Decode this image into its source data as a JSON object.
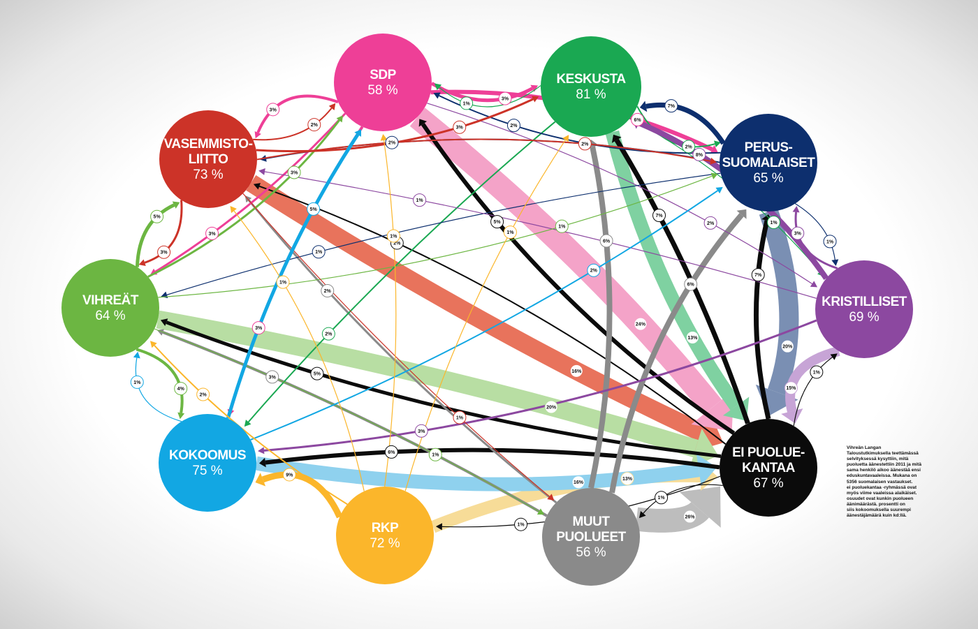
{
  "nodes": [
    {
      "id": "sdp",
      "lines": [
        "SDP"
      ],
      "value": "58 %",
      "color": "#ee3f97"
    },
    {
      "id": "keskusta",
      "lines": [
        "KESKUSTA"
      ],
      "value": "81 %",
      "color": "#1aa852"
    },
    {
      "id": "vasemmistoliitto",
      "lines": [
        "VASEMMISTO-",
        "LIITTO"
      ],
      "value": "73 %",
      "color": "#cc3328"
    },
    {
      "id": "perussuomalaiset",
      "lines": [
        "PERUS-",
        "SUOMALAISET"
      ],
      "value": "65 %",
      "color": "#0d2f6e"
    },
    {
      "id": "vihreat",
      "lines": [
        "VIHREÄT"
      ],
      "value": "64 %",
      "color": "#6cb642"
    },
    {
      "id": "kristilliset",
      "lines": [
        "KRISTILLISET"
      ],
      "value": "69 %",
      "color": "#8c48a0"
    },
    {
      "id": "kokoomus",
      "lines": [
        "KOKOOMUS"
      ],
      "value": "75 %",
      "color": "#12a7e3"
    },
    {
      "id": "ei_puoluekantaa",
      "lines": [
        "EI PUOLUE-",
        "KANTAA"
      ],
      "value": "67 %",
      "color": "#0b0b0b"
    },
    {
      "id": "rkp",
      "lines": [
        "RKP"
      ],
      "value": "72 %",
      "color": "#fbb62b"
    },
    {
      "id": "muut_puolueet",
      "lines": [
        "MUUT",
        "PUOLUEET"
      ],
      "value": "56 %",
      "color": "#8a8a8a"
    }
  ],
  "flows": [
    {
      "from": "vasemmistoliitto",
      "to": "ei_puoluekantaa",
      "label": "16%",
      "color": "#e8735c",
      "width": 26
    },
    {
      "from": "sdp",
      "to": "ei_puoluekantaa",
      "label": "24%",
      "color": "#f4a3c8",
      "width": 34
    },
    {
      "from": "keskusta",
      "to": "ei_puoluekantaa",
      "label": "13%",
      "color": "#7fd1a1",
      "width": 20
    },
    {
      "from": "perussuomalaiset",
      "to": "ei_puoluekantaa",
      "label": "20%",
      "color": "#7a8fb3",
      "width": 28
    },
    {
      "from": "kristilliset",
      "to": "ei_puoluekantaa",
      "label": "15%",
      "color": "#c7a4d6",
      "width": 14
    },
    {
      "from": "vihreat",
      "to": "ei_puoluekantaa",
      "label": "20%",
      "color": "#b8dea3",
      "width": 26
    },
    {
      "from": "muut_puolueet",
      "to": "ei_puoluekantaa",
      "label": "26%",
      "color": "#bdbdbd",
      "width": 34
    },
    {
      "from": "rkp",
      "to": "ei_puoluekantaa",
      "label": "13%",
      "color": "#f7dc98",
      "width": 18
    },
    {
      "from": "kokoomus",
      "to": "ei_puoluekantaa",
      "label": "16%",
      "color": "#8fd1ee",
      "width": 20
    },
    {
      "from": "ei_puoluekantaa",
      "to": "sdp",
      "label": "5%",
      "color": "#0b0b0b",
      "width": 6
    },
    {
      "from": "ei_puoluekantaa",
      "to": "keskusta",
      "label": "7%",
      "color": "#0b0b0b",
      "width": 7
    },
    {
      "from": "ei_puoluekantaa",
      "to": "perussuomalaiset",
      "label": "7%",
      "color": "#0b0b0b",
      "width": 7
    },
    {
      "from": "ei_puoluekantaa",
      "to": "kokoomus",
      "label": "6%",
      "color": "#0b0b0b",
      "width": 6
    },
    {
      "from": "ei_puoluekantaa",
      "to": "vihreat",
      "label": "5%",
      "color": "#0b0b0b",
      "width": 5
    },
    {
      "from": "ei_puoluekantaa",
      "to": "vasemmistoliitto",
      "label": "2%",
      "color": "#0b0b0b",
      "width": 2
    },
    {
      "from": "ei_puoluekantaa",
      "to": "kristilliset",
      "label": "1%",
      "color": "#0b0b0b",
      "width": 1
    },
    {
      "from": "ei_puoluekantaa",
      "to": "muut_puolueet",
      "label": "1%",
      "color": "#0b0b0b",
      "width": 1
    },
    {
      "from": "ei_puoluekantaa",
      "to": "rkp",
      "label": "1%",
      "color": "#0b0b0b",
      "width": 1
    },
    {
      "from": "muut_puolueet",
      "to": "keskusta",
      "label": "6%",
      "color": "#8a8a8a",
      "width": 8
    },
    {
      "from": "muut_puolueet",
      "to": "perussuomalaiset",
      "label": "6%",
      "color": "#8a8a8a",
      "width": 8
    },
    {
      "from": "muut_puolueet",
      "to": "vihreat",
      "label": "3%",
      "color": "#8a8a8a",
      "width": 4
    },
    {
      "from": "muut_puolueet",
      "to": "vasemmistoliitto",
      "label": "2%",
      "color": "#8a8a8a",
      "width": 3
    },
    {
      "from": "sdp",
      "to": "keskusta",
      "label": "3%",
      "color": "#ee3f97",
      "width": 5
    },
    {
      "from": "sdp",
      "to": "perussuomalaiset",
      "label": "6%",
      "color": "#ee3f97",
      "width": 6
    },
    {
      "from": "sdp",
      "to": "vasemmistoliitto",
      "label": "3%",
      "color": "#ee3f97",
      "width": 4
    },
    {
      "from": "sdp",
      "to": "vihreat",
      "label": "3%",
      "color": "#ee3f97",
      "width": 3
    },
    {
      "from": "sdp",
      "to": "kokoomus",
      "label": "3%",
      "color": "#ee3f97",
      "width": 4
    },
    {
      "from": "sdp",
      "to": "kristilliset",
      "label": "2%",
      "color": "#8c48a0",
      "width": 1
    },
    {
      "from": "keskusta",
      "to": "perussuomalaiset",
      "label": "2%",
      "color": "#1aa852",
      "width": 2
    },
    {
      "from": "keskusta",
      "to": "sdp",
      "label": "1%",
      "color": "#1aa852",
      "width": 1
    },
    {
      "from": "keskusta",
      "to": "kokoomus",
      "label": "2%",
      "color": "#1aa852",
      "width": 2
    },
    {
      "from": "keskusta",
      "to": "kristilliset",
      "label": "1%",
      "color": "#1aa852",
      "width": 1
    },
    {
      "from": "perussuomalaiset",
      "to": "keskusta",
      "label": "7%",
      "color": "#0d2f6e",
      "width": 7
    },
    {
      "from": "perussuomalaiset",
      "to": "sdp",
      "label": "2%",
      "color": "#0d2f6e",
      "width": 2
    },
    {
      "from": "perussuomalaiset",
      "to": "vasemmistoliitto",
      "label": "2%",
      "color": "#0d2f6e",
      "width": 2
    },
    {
      "from": "perussuomalaiset",
      "to": "kristilliset",
      "label": "1%",
      "color": "#0d2f6e",
      "width": 1
    },
    {
      "from": "perussuomalaiset",
      "to": "vihreat",
      "label": "1%",
      "color": "#0d2f6e",
      "width": 1
    },
    {
      "from": "kristilliset",
      "to": "perussuomalaiset",
      "label": "3%",
      "color": "#8c48a0",
      "width": 3
    },
    {
      "from": "kristilliset",
      "to": "keskusta",
      "label": "8%",
      "color": "#8c48a0",
      "width": 8
    },
    {
      "from": "kristilliset",
      "to": "kokoomus",
      "label": "3%",
      "color": "#8c48a0",
      "width": 3
    },
    {
      "from": "kristilliset",
      "to": "vasemmistoliitto",
      "label": "1%",
      "color": "#8c48a0",
      "width": 1
    },
    {
      "from": "vihreat",
      "to": "vasemmistoliitto",
      "label": "5%",
      "color": "#6cb642",
      "width": 5
    },
    {
      "from": "vihreat",
      "to": "sdp",
      "label": "3%",
      "color": "#6cb642",
      "width": 3
    },
    {
      "from": "vihreat",
      "to": "kokoomus",
      "label": "4%",
      "color": "#6cb642",
      "width": 4
    },
    {
      "from": "vihreat",
      "to": "perussuomalaiset",
      "label": "1%",
      "color": "#6cb642",
      "width": 1
    },
    {
      "from": "vihreat",
      "to": "muut_puolueet",
      "label": "1%",
      "color": "#6cb642",
      "width": 1
    },
    {
      "from": "vasemmistoliitto",
      "to": "sdp",
      "label": "2%",
      "color": "#cc3328",
      "width": 2
    },
    {
      "from": "vasemmistoliitto",
      "to": "vihreat",
      "label": "3%",
      "color": "#cc3328",
      "width": 3
    },
    {
      "from": "vasemmistoliitto",
      "to": "keskusta",
      "label": "3%",
      "color": "#cc3328",
      "width": 3
    },
    {
      "from": "vasemmistoliitto",
      "to": "perussuomalaiset",
      "label": "2%",
      "color": "#cc3328",
      "width": 2
    },
    {
      "from": "vasemmistoliitto",
      "to": "muut_puolueet",
      "label": "1%",
      "color": "#cc3328",
      "width": 1
    },
    {
      "from": "kokoomus",
      "to": "sdp",
      "label": "5%",
      "color": "#12a7e3",
      "width": 5
    },
    {
      "from": "kokoomus",
      "to": "perussuomalaiset",
      "label": "2%",
      "color": "#12a7e3",
      "width": 2
    },
    {
      "from": "kokoomus",
      "to": "vihreat",
      "label": "1%",
      "color": "#12a7e3",
      "width": 1
    },
    {
      "from": "rkp",
      "to": "kokoomus",
      "label": "9%",
      "color": "#fbb62b",
      "width": 9
    },
    {
      "from": "rkp",
      "to": "vihreat",
      "label": "2%",
      "color": "#fbb62b",
      "width": 2
    },
    {
      "from": "rkp",
      "to": "sdp",
      "label": "1%",
      "color": "#fbb62b",
      "width": 1
    },
    {
      "from": "rkp",
      "to": "keskusta",
      "label": "1%",
      "color": "#fbb62b",
      "width": 1
    },
    {
      "from": "rkp",
      "to": "vasemmistoliitto",
      "label": "1%",
      "color": "#fbb62b",
      "width": 1
    }
  ],
  "caption": "Vihreän Langan\nTaloustutkimuksella teettämässä\nselvityksessä kysyttiin, mitä\npuoluetta äänestettiin 2011 ja mitä\nsama henkilö aikoo äänestää ensi\neduskuntavaaleissa. Mukana on\n5356 suomalaisen vastaukset.\nei puoluekantaa -ryhmässä ovat\nmyös viime vaaleissa alaikäiset.\nosuudet ovat kunkin puolueen\näänimäärästä. prosentti on\nsiis kokoomuksella suurempi\näänestäjämäärä kuin kd:llä."
}
